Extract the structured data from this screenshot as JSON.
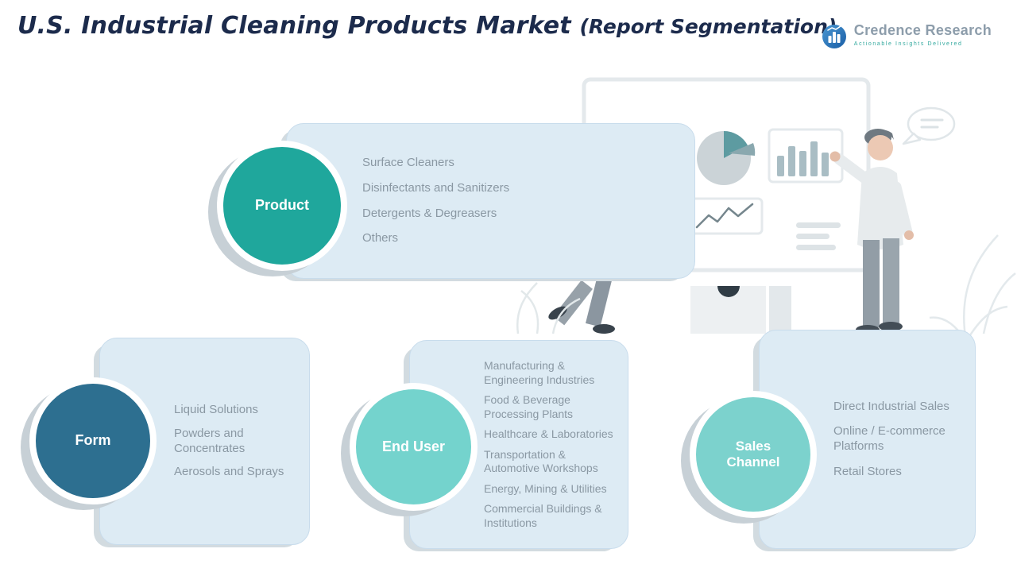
{
  "title": {
    "main": "U.S. Industrial Cleaning Products Market ",
    "paren": "(Report Segmentation)"
  },
  "logo": {
    "name": "Credence Research",
    "tagline": "Actionable Insights Delivered"
  },
  "colors": {
    "title_text": "#1c2b4c",
    "card_bg": "#ddebf4",
    "item_text": "#8a98a3",
    "product_circle": "#1fa79c",
    "form_circle": "#2d6f90",
    "end_user_circle": "#74d3cd",
    "sales_channel_circle": "#7cd2cd"
  },
  "segments": [
    {
      "label": "Product",
      "items": [
        "Surface Cleaners",
        "Disinfectants and Sanitizers",
        "Detergents & Degreasers",
        "Others"
      ]
    },
    {
      "label": "Form",
      "items": [
        "Liquid Solutions",
        "Powders and Concentrates",
        "Aerosols and Sprays"
      ]
    },
    {
      "label": "End User",
      "items": [
        "Manufacturing & Engineering Industries",
        "Food & Beverage Processing Plants",
        "Healthcare & Laboratories",
        "Transportation & Automotive Workshops",
        "Energy, Mining & Utilities",
        "Commercial Buildings & Institutions"
      ]
    },
    {
      "label": "Sales Channel",
      "items": [
        "Direct Industrial Sales",
        "Online / E-commerce Platforms",
        "Retail Stores"
      ]
    }
  ]
}
